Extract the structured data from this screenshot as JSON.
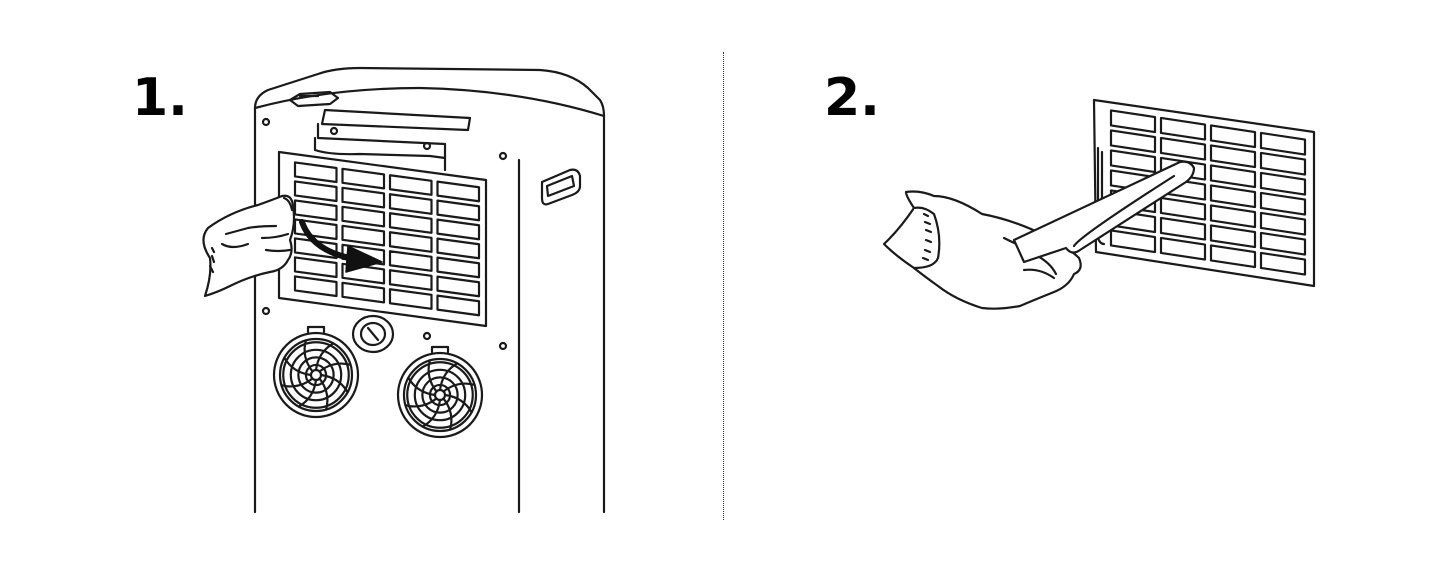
{
  "steps": [
    {
      "number": "1."
    },
    {
      "number": "2."
    }
  ],
  "illustrations": {
    "step1": [
      "portable-air-conditioner",
      "air-filter-grille",
      "hand-glove",
      "curved-arrow",
      "exhaust-fan-vent",
      "drain-knob"
    ],
    "step2": [
      "air-filter",
      "vacuum-brush-nozzle",
      "hand-glove"
    ]
  },
  "colors": {
    "line": "#1a1a1a",
    "background": "#ffffff"
  }
}
